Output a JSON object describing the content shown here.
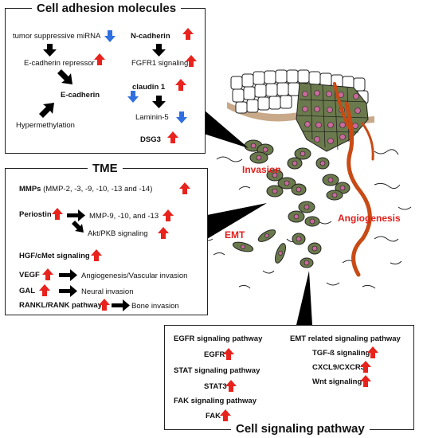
{
  "adhesion": {
    "title": "Cell adhesion molecules",
    "mirna": "tumor suppressive miRNA",
    "ecad_repressor": "E-cadherin repressor",
    "ecadherin": "E-cadherin",
    "hypermethylation": "Hypermethylation",
    "ncadherin": "N-cadherin",
    "fgfr1": "FGFR1 signaling",
    "claudin": "claudin 1",
    "laminin": "Laminin-5",
    "dsg3": "DSG3"
  },
  "tme": {
    "title": "TME",
    "mmps_bold": "MMPs",
    "mmps_rest": "(MMP-2, -3, -9, -10, -13 and -14)",
    "periostin": "Periostin",
    "mmp_targets": "MMP-9, -10, and -13",
    "akt": "Akt/PKB signaling",
    "hgf": "HGF/cMet signaling",
    "vegf": "VEGF",
    "vegf_effect": "Angiogenesis/Vascular invasion",
    "gal": "GAL",
    "gal_effect": "Neural invasion",
    "rankl": "RANKL/RANK pathway",
    "rankl_effect": "Bone invasion"
  },
  "signaling": {
    "title": "Cell signaling pathway",
    "egfr_path": "EGFR signaling pathway",
    "egfr": "EGFR",
    "stat_path": "STAT signaling pathway",
    "stat3": "STAT3",
    "fak_path": "FAK signaling pathway",
    "fak": "FAK",
    "emt_path": "EMT related signaling pathway",
    "tgf": "TGF-ß signaling",
    "cxcl": "CXCL9/CXCR3",
    "wnt": "Wnt signaling"
  },
  "labels": {
    "invasion": "Invasion",
    "angiogenesis": "Angiogenesis",
    "emt": "EMT"
  },
  "colors": {
    "up_arrow": "#e8231d",
    "down_arrow": "#2f6fe0",
    "tumor_cell": "#6b7a4c",
    "nucleus": "#c8699b",
    "vessel": "#c84a14",
    "label_red": "#e0201c"
  }
}
